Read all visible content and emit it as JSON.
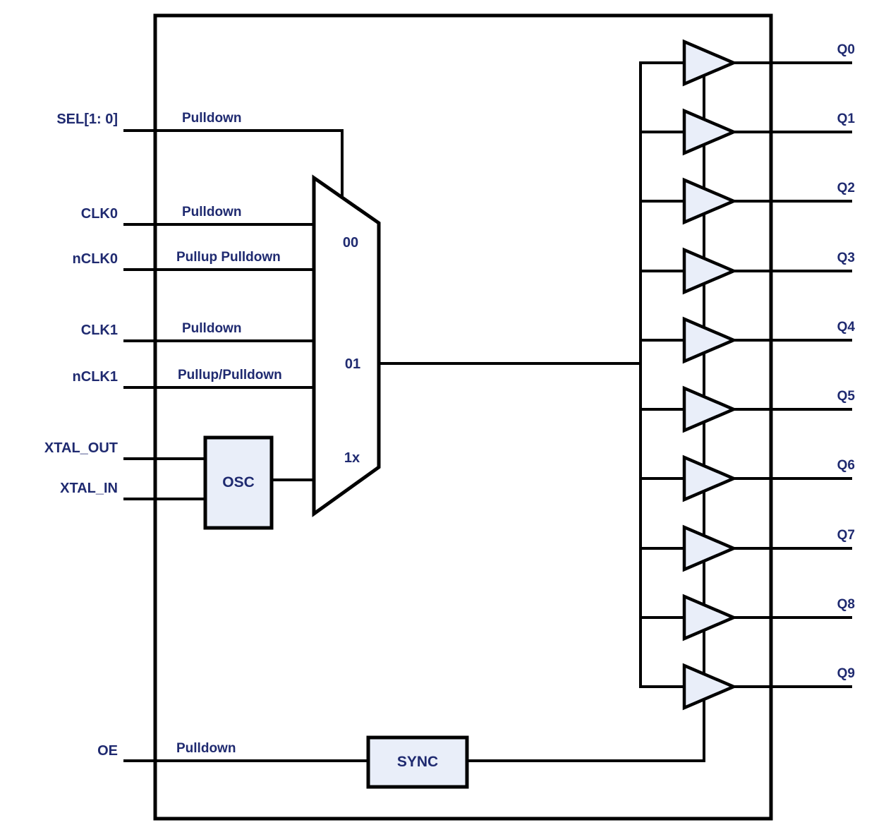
{
  "pins": {
    "sel": {
      "label": "SEL[1: 0]",
      "annotation": "Pulldown"
    },
    "clk0": {
      "label": "CLK0",
      "annotation": "Pulldown"
    },
    "nclk0": {
      "label": "nCLK0",
      "annotation": "Pullup Pulldown"
    },
    "clk1": {
      "label": "CLK1",
      "annotation": "Pulldown"
    },
    "nclk1": {
      "label": "nCLK1",
      "annotation": "Pullup/Pulldown"
    },
    "xtal_out": {
      "label": "XTAL_OUT"
    },
    "xtal_in": {
      "label": "XTAL_IN"
    },
    "oe": {
      "label": "OE",
      "annotation": "Pulldown"
    }
  },
  "mux": {
    "inputs": [
      "00",
      "01",
      "1x"
    ]
  },
  "blocks": {
    "osc": "OSC",
    "sync": "SYNC"
  },
  "outputs": [
    "Q0",
    "Q1",
    "Q2",
    "Q3",
    "Q4",
    "Q5",
    "Q6",
    "Q7",
    "Q8",
    "Q9"
  ],
  "colors": {
    "wire": "#000000",
    "block_fill": "#e9eef9",
    "mux_fill": "#ffffff",
    "label_text": "#1f2a70",
    "background": "#ffffff"
  }
}
